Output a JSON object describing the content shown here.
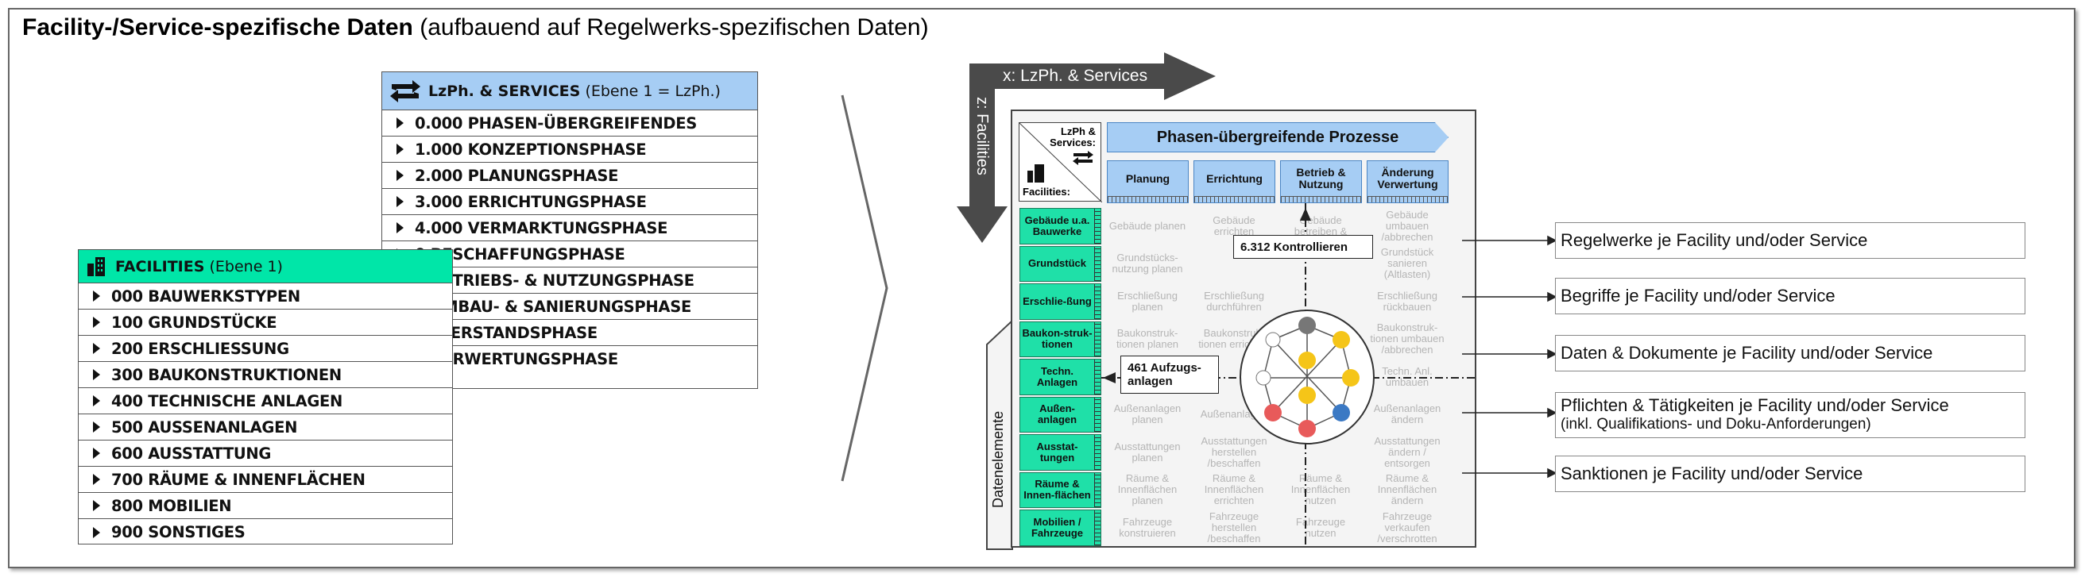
{
  "title": {
    "bold": "Facility-/Service-spezifische Daten",
    "rest": "(aufbauend auf Regelwerks-spezifischen Daten)"
  },
  "colors": {
    "blue": "#a6cdf4",
    "green": "#1fe0a8",
    "dark_arrow": "#4a4a4a"
  },
  "services_panel": {
    "title_bold": "LzPh. & SERVICES",
    "title_rest": "(Ebene 1 = LzPh.)",
    "items": [
      "0.000 PHASEN-ÜBERGREIFENDES",
      "1.000 KONZEPTIONSPHASE",
      "2.000 PLANUNGSPHASE",
      "3.000 ERRICHTUNGSPHASE",
      "4.000 VERMARKTUNGSPHASE",
      "0 BESCHAFFUNGSPHASE",
      "0 BETRIEBS- & NUTZUNGSPHASE",
      "0 UMBAU- & SANIERUNGSPHASE",
      "0 LEERSTANDSPHASE",
      "0 VERWERTUNGSPHASE"
    ]
  },
  "facilities_panel": {
    "title_bold": "FACILITIES",
    "title_rest": "(Ebene 1)",
    "items": [
      "000 BAUWERKSTYPEN",
      "100 GRUNDSTÜCKE",
      "200 ERSCHLIESSUNG",
      "300 BAUKONSTRUKTIONEN",
      "400 TECHNISCHE ANLAGEN",
      "500 AUSSENANLAGEN",
      "600 AUSSTATTUNG",
      "700 RÄUME & INNENFLÄCHEN",
      "800 MOBILIEN",
      "900 SONSTIGES"
    ]
  },
  "matrix": {
    "x_axis": "x: LzPh. & Services",
    "z_axis": "z: Facilities",
    "y_axis": "Datenelemente",
    "corner_top": "LzPh & Services:",
    "corner_bottom": "Facilities:",
    "header": "Phasen-übergreifende Prozesse",
    "columns": [
      "Planung",
      "Errichtung",
      "Betrieb & Nutzung",
      "Änderung Verwertung"
    ],
    "rows": [
      "Gebäude u.a. Bauwerke",
      "Grundstück",
      "Erschlie-ßung",
      "Baukon-struk-tionen",
      "Techn. Anlagen",
      "Außen-anlagen",
      "Ausstat-tungen",
      "Räume & Innen-flächen",
      "Mobilien / Fahrzeuge"
    ],
    "cells": [
      [
        "Gebäude planen",
        "Gebäude errichten",
        "Gebäude betreiben &",
        "Gebäude umbauen /abbrechen"
      ],
      [
        "Grundstücks-nutzung planen",
        "",
        "",
        "Grundstück sanieren (Altlasten)"
      ],
      [
        "Erschließung planen",
        "Erschließung durchführen",
        "",
        "Erschließung rückbauen"
      ],
      [
        "Baukonstruk-tionen planen",
        "Baukonstruk-tionen errichten",
        "",
        "Baukonstruk-tionen umbauen /abbrechen"
      ],
      [
        "",
        "",
        "",
        "Techn. Anl. umbauen"
      ],
      [
        "Außenanlagen planen",
        "Außenanlagen",
        "",
        "Außenanlagen ändern"
      ],
      [
        "Ausstattungen planen",
        "Ausstattungen herstellen /beschaffen",
        "",
        "Ausstattungen ändern / entsorgen"
      ],
      [
        "Räume & Innenflächen planen",
        "Räume & Innenflächen errichten",
        "Räume & Innenflächen nutzen",
        "Räume & Innenflächen ändern"
      ],
      [
        "Fahrzeuge konstruieren",
        "Fahrzeuge herstellen /beschaffen",
        "Fahrzeuge nutzen",
        "Fahrzeuge verkaufen /verschrotten"
      ]
    ],
    "callout_top": "6.312 Kontrollieren",
    "callout_left": "461 Aufzugs-anlagen"
  },
  "outputs": [
    {
      "line1": "Regelwerke je Facility und/oder Service",
      "line2": ""
    },
    {
      "line1": "Begriffe je Facility und/oder Service",
      "line2": ""
    },
    {
      "line1": "Daten & Dokumente je Facility und/oder Service",
      "line2": ""
    },
    {
      "line1": "Pflichten & Tätigkeiten je Facility und/oder Service",
      "line2": "(inkl. Qualifikations- und Doku-Anforderungen)"
    },
    {
      "line1": "Sanktionen je Facility und/oder Service",
      "line2": ""
    }
  ]
}
